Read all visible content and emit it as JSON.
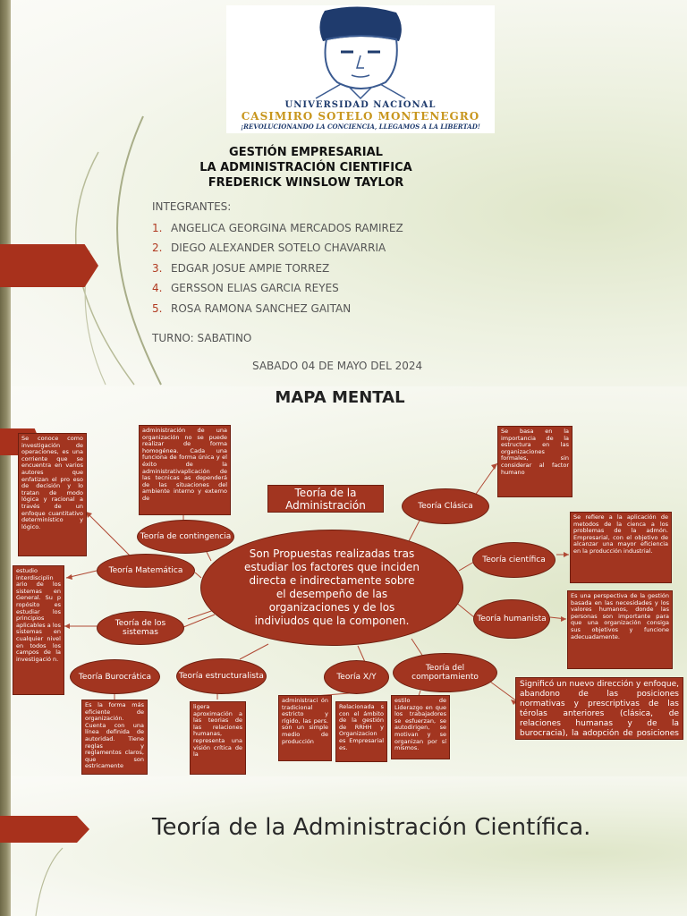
{
  "slide1": {
    "logo": {
      "line1": "UNIVERSIDAD NACIONAL",
      "line2": "CASIMIRO SOTELO MONTENEGRO",
      "line3": "¡REVOLUCIONANDO LA CONCIENCIA, LLEGAMOS A LA LIBERTAD!"
    },
    "title_lines": [
      "GESTIÓN EMPRESARIAL",
      "LA ADMINISTRACIÓN CIENTIFICA",
      "FREDERICK WINSLOW TAYLOR"
    ],
    "integrantes_label": "INTEGRANTES:",
    "members": [
      {
        "num": "1.",
        "name": "ANGELICA GEORGINA MERCADOS RAMIREZ"
      },
      {
        "num": "2.",
        "name": "DIEGO ALEXANDER SOTELO CHAVARRIA"
      },
      {
        "num": "3.",
        "name": "EDGAR JOSUE AMPIE TORREZ"
      },
      {
        "num": "4.",
        "name": "GERSSON ELIAS GARCIA REYES"
      },
      {
        "num": "5.",
        "name": "ROSA RAMONA SANCHEZ GAITAN"
      }
    ],
    "turno": "TURNO: SABATINO",
    "fecha": "SABADO 04 DE MAYO DEL 2024"
  },
  "slide2": {
    "title": "MAPA MENTAL",
    "map_title": "Teoría de la Administración",
    "center": "Son Propuestas realizadas tras estudiar los factores que inciden directa e indirectamente sobre el desempeño de las organizaciones y de los indiviudos que la componen.",
    "nodes": {
      "clasica": "Teoría Clásica",
      "cientifica": "Teoría científica",
      "humanista": "Teoría humanista",
      "comportamiento": "Teoría del comportamiento",
      "xy": "Teoría X/Y",
      "estructuralista": "Teoría estructuralista",
      "burocratica": "Teoría Burocrática",
      "sistemas": "Teoría de los sistemas",
      "matematica": "Teoría Matemática",
      "contingencia": "Teoría de contingencia"
    },
    "descriptions": {
      "matematica": "Se conoce como investigación de operaciones, es una corriente que se encuentra en varios autores que enfatizan el pro eso de decisión y lo tratan de modo lógica y racional a través de un enfoque cuantitativo determinístico y lógico.",
      "contingencia": "administración de una organización no se puede realizar de forma homogénea. Cada una funciona de forma única y el éxito de la administrativaplicación de las tecnicas as dependerá de las situaciones del ambiente interno y externo de",
      "clasica": "Se basa en la importancia de la estructura en las organizaciones formales, sin considerar al factor humano",
      "cientifica": "Se refiere a la aplicación de metodos de la cienca a los problemas de la admón. Empresarial, con el objetivo de alcanzar una mayor eficiencia en la producción industrial.",
      "humanista": "Es una perspectiva de la gestión basada en las necesidades y los valores humanos, donde las personas son importante para que una organización consiga sus objetivos y funcione adecuadamente.",
      "sistemas": "estudio interdisciplin ario de los sistemas en General. Su p ropósito es estudiar los principios aplicables a los sistemas en cualquier nivel en todos los campos de la investigació n.",
      "burocratica": "Es la forma más eficiente de organización. Cuenta con una línea definida de autoridad. Tiene reglas y reglamentos claros, que son estricamente",
      "estructuralista": "ligera aproximación a las teorias de las relaciones humanas, representa una visión crítica de la",
      "xy_a": "administraci ón tradicional estricto y rígido, las pers. son un simple medio de producción",
      "xy_b": "Relacionada s con el ámbito de la gestión de RRHH y Organizacion es Empresarial es.",
      "comportamiento_a": "estilo de Liderazgo en que los trabajadores se esfuerzan, se autodirigen, se motivan y se organizan por sí mismos.",
      "comportamiento_b": "Significó un nuevo dirección y enfoque, abandono de las posiciones normativas y prescriptivas de las térolas anteriores (clásica, de relaciones humanas y de la burocracia), la adopción de posiciones explicativas y descriptivas."
    }
  },
  "slide3": {
    "title": "Teoría de la Administración Científica."
  }
}
